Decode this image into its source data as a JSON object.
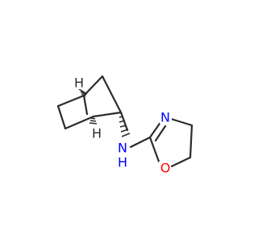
{
  "molecule": {
    "atoms": [
      {
        "id": "N1",
        "symbol": "N",
        "label": "N",
        "color": "#0000ff"
      },
      {
        "id": "N2",
        "symbol": "N",
        "label": "N",
        "color": "#0000ff"
      },
      {
        "id": "N2H",
        "symbol": "H",
        "label": "H",
        "color": "#0000ff"
      },
      {
        "id": "O1",
        "symbol": "O",
        "label": "O",
        "color": "#ff0000"
      },
      {
        "id": "H1",
        "symbol": "H",
        "label": "H",
        "color": "#2b2b2b"
      },
      {
        "id": "H2",
        "symbol": "H",
        "label": "H",
        "color": "#2b2b2b"
      }
    ],
    "stereo_bonds": [
      "hashed-wedge",
      "hashed-wedge",
      "hashed-wedge"
    ]
  }
}
